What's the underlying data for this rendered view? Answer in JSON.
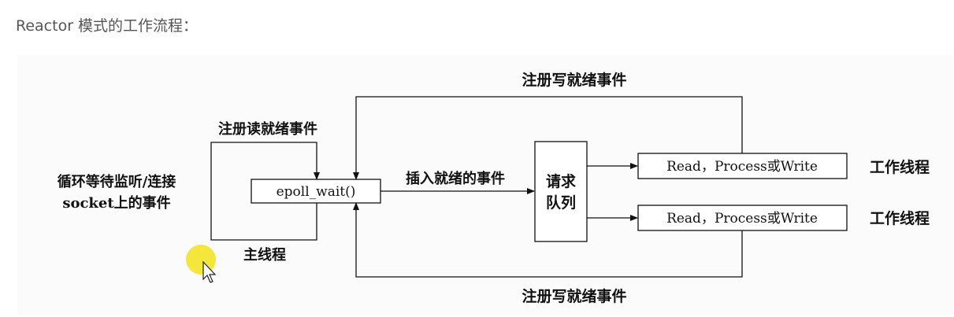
{
  "heading": "Reactor 模式的工作流程：",
  "diagram": {
    "left_note_line1": "循环等待监听/连接",
    "left_note_line2": "socket上的事件",
    "loop_label": "注册读就绪事件",
    "main_thread_label": "主线程",
    "epoll_box": "epoll_wait()",
    "insert_label": "插入就绪的事件",
    "queue_box_line1": "请求",
    "queue_box_line2": "队列",
    "worker_box_1": "Read，Process或Write",
    "worker_box_2": "Read，Process或Write",
    "worker_label_1": "工作线程",
    "worker_label_2": "工作线程",
    "top_feedback_label": "注册写就绪事件",
    "bottom_feedback_label": "注册写就绪事件"
  },
  "colors": {
    "cursor_highlight": "#f3e21c"
  }
}
